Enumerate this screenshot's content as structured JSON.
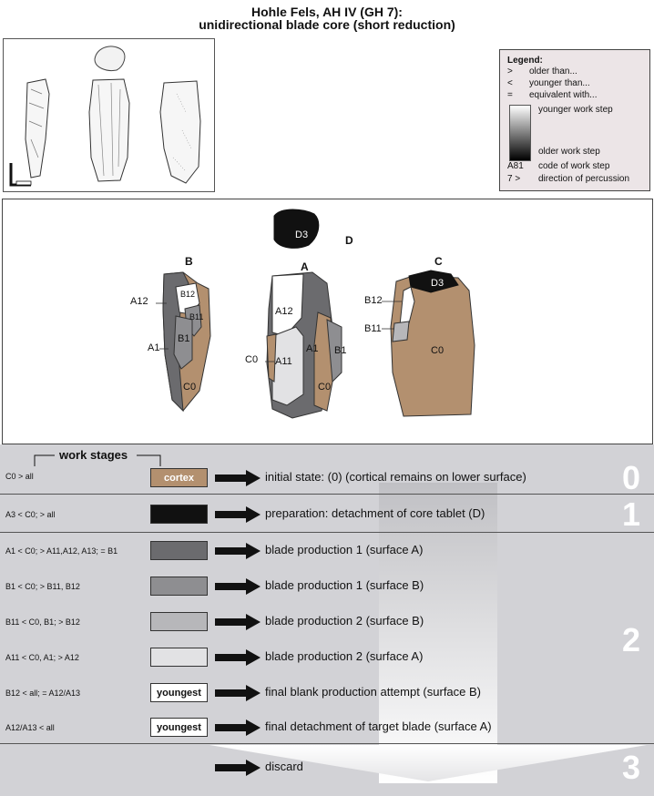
{
  "title": {
    "line1": "Hohle Fels, AH IV (GH 7):",
    "line2": "unidirectional blade core (short reduction)"
  },
  "legend": {
    "heading": "Legend:",
    "rows": [
      {
        "sym": ">",
        "text": "older than..."
      },
      {
        "sym": "<",
        "text": "younger than..."
      },
      {
        "sym": "=",
        "text": "equivalent with..."
      }
    ],
    "young_label": "younger work step",
    "old_label": "older work step",
    "code_sym": "A81",
    "code_text": "code of work step",
    "dir_sym": "7 >",
    "dir_text": "direction of percussion"
  },
  "diagram": {
    "view_b": {
      "view": "B",
      "a12": "A12",
      "b12": "B12",
      "b11": "B11",
      "a1": "A1",
      "b1": "B1",
      "c0": "C0"
    },
    "view_a": {
      "view": "A",
      "d": "D",
      "d3": "D3",
      "a12": "A12",
      "a11": "A11",
      "a1": "A1",
      "b1": "B1",
      "c0_left": "C0",
      "c0": "C0"
    },
    "view_c": {
      "view": "C",
      "d3": "D3",
      "b12": "B12",
      "b11": "B11",
      "c0": "C0"
    }
  },
  "stages": {
    "heading": "work stages",
    "rows": [
      {
        "cond": "C0 > all",
        "swatch": "cortex",
        "desc": "initial state: (0) (cortical remains on lower surface)",
        "color": "#b3906f"
      },
      {
        "cond": "A3 < C0; > all",
        "swatch": "",
        "desc": "preparation: detachment of core tablet (D)",
        "color": "#111111"
      },
      {
        "cond": "A1 < C0; > A11,A12, A13; = B1",
        "swatch": "",
        "desc": "blade production 1 (surface A)",
        "color": "#6b6b6e"
      },
      {
        "cond": "B1 < C0; > B11, B12",
        "swatch": "",
        "desc": "blade production 1 (surface B)",
        "color": "#8e8e91"
      },
      {
        "cond": "B11 < C0, B1; > B12",
        "swatch": "",
        "desc": "blade production 2 (surface B)",
        "color": "#b7b7ba"
      },
      {
        "cond": "A11 < C0, A1; > A12",
        "swatch": "",
        "desc": "blade production 2 (surface A)",
        "color": "#e2e2e4"
      },
      {
        "cond": "B12 < all; = A12/A13",
        "swatch": "youngest",
        "desc": "final blank production attempt (surface B)",
        "color": "#ffffff"
      },
      {
        "cond": "A12/A13 < all",
        "swatch": "youngest",
        "desc": "final detachment of target blade (surface A)",
        "color": "#ffffff"
      },
      {
        "cond": "",
        "swatch": "",
        "desc": "discard",
        "color": ""
      }
    ],
    "numbers": [
      "0",
      "1",
      "2",
      "3"
    ]
  }
}
